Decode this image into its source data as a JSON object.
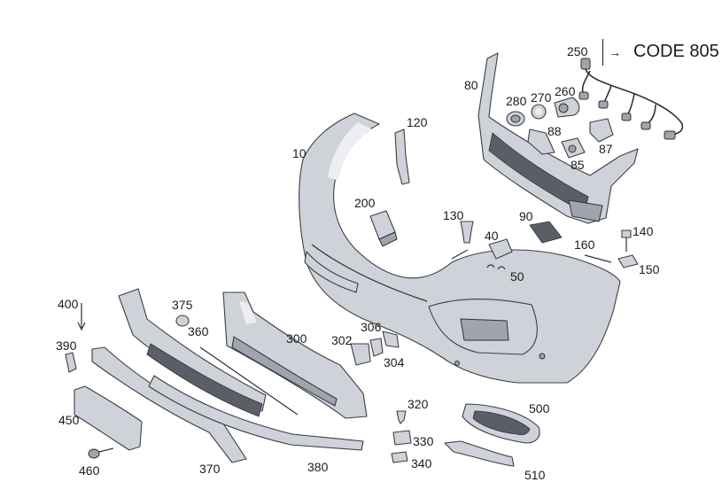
{
  "header": {
    "arrow_glyph": "→",
    "code_text": "CODE 805"
  },
  "labels": {
    "p10": "10",
    "p40": "40",
    "p50": "50",
    "p80": "80",
    "p85": "85",
    "p87": "87",
    "p88": "88",
    "p90": "90",
    "p120": "120",
    "p130": "130",
    "p140": "140",
    "p150": "150",
    "p160": "160",
    "p200": "200",
    "p250": "250",
    "p260": "260",
    "p270": "270",
    "p280": "280",
    "p300": "300",
    "p302": "302",
    "p304": "304",
    "p306": "306",
    "p320": "320",
    "p330": "330",
    "p340": "340",
    "p360": "360",
    "p370": "370",
    "p375": "375",
    "p380": "380",
    "p390": "390",
    "p400": "400",
    "p450": "450",
    "p460": "460",
    "p500": "500",
    "p510": "510"
  }
}
